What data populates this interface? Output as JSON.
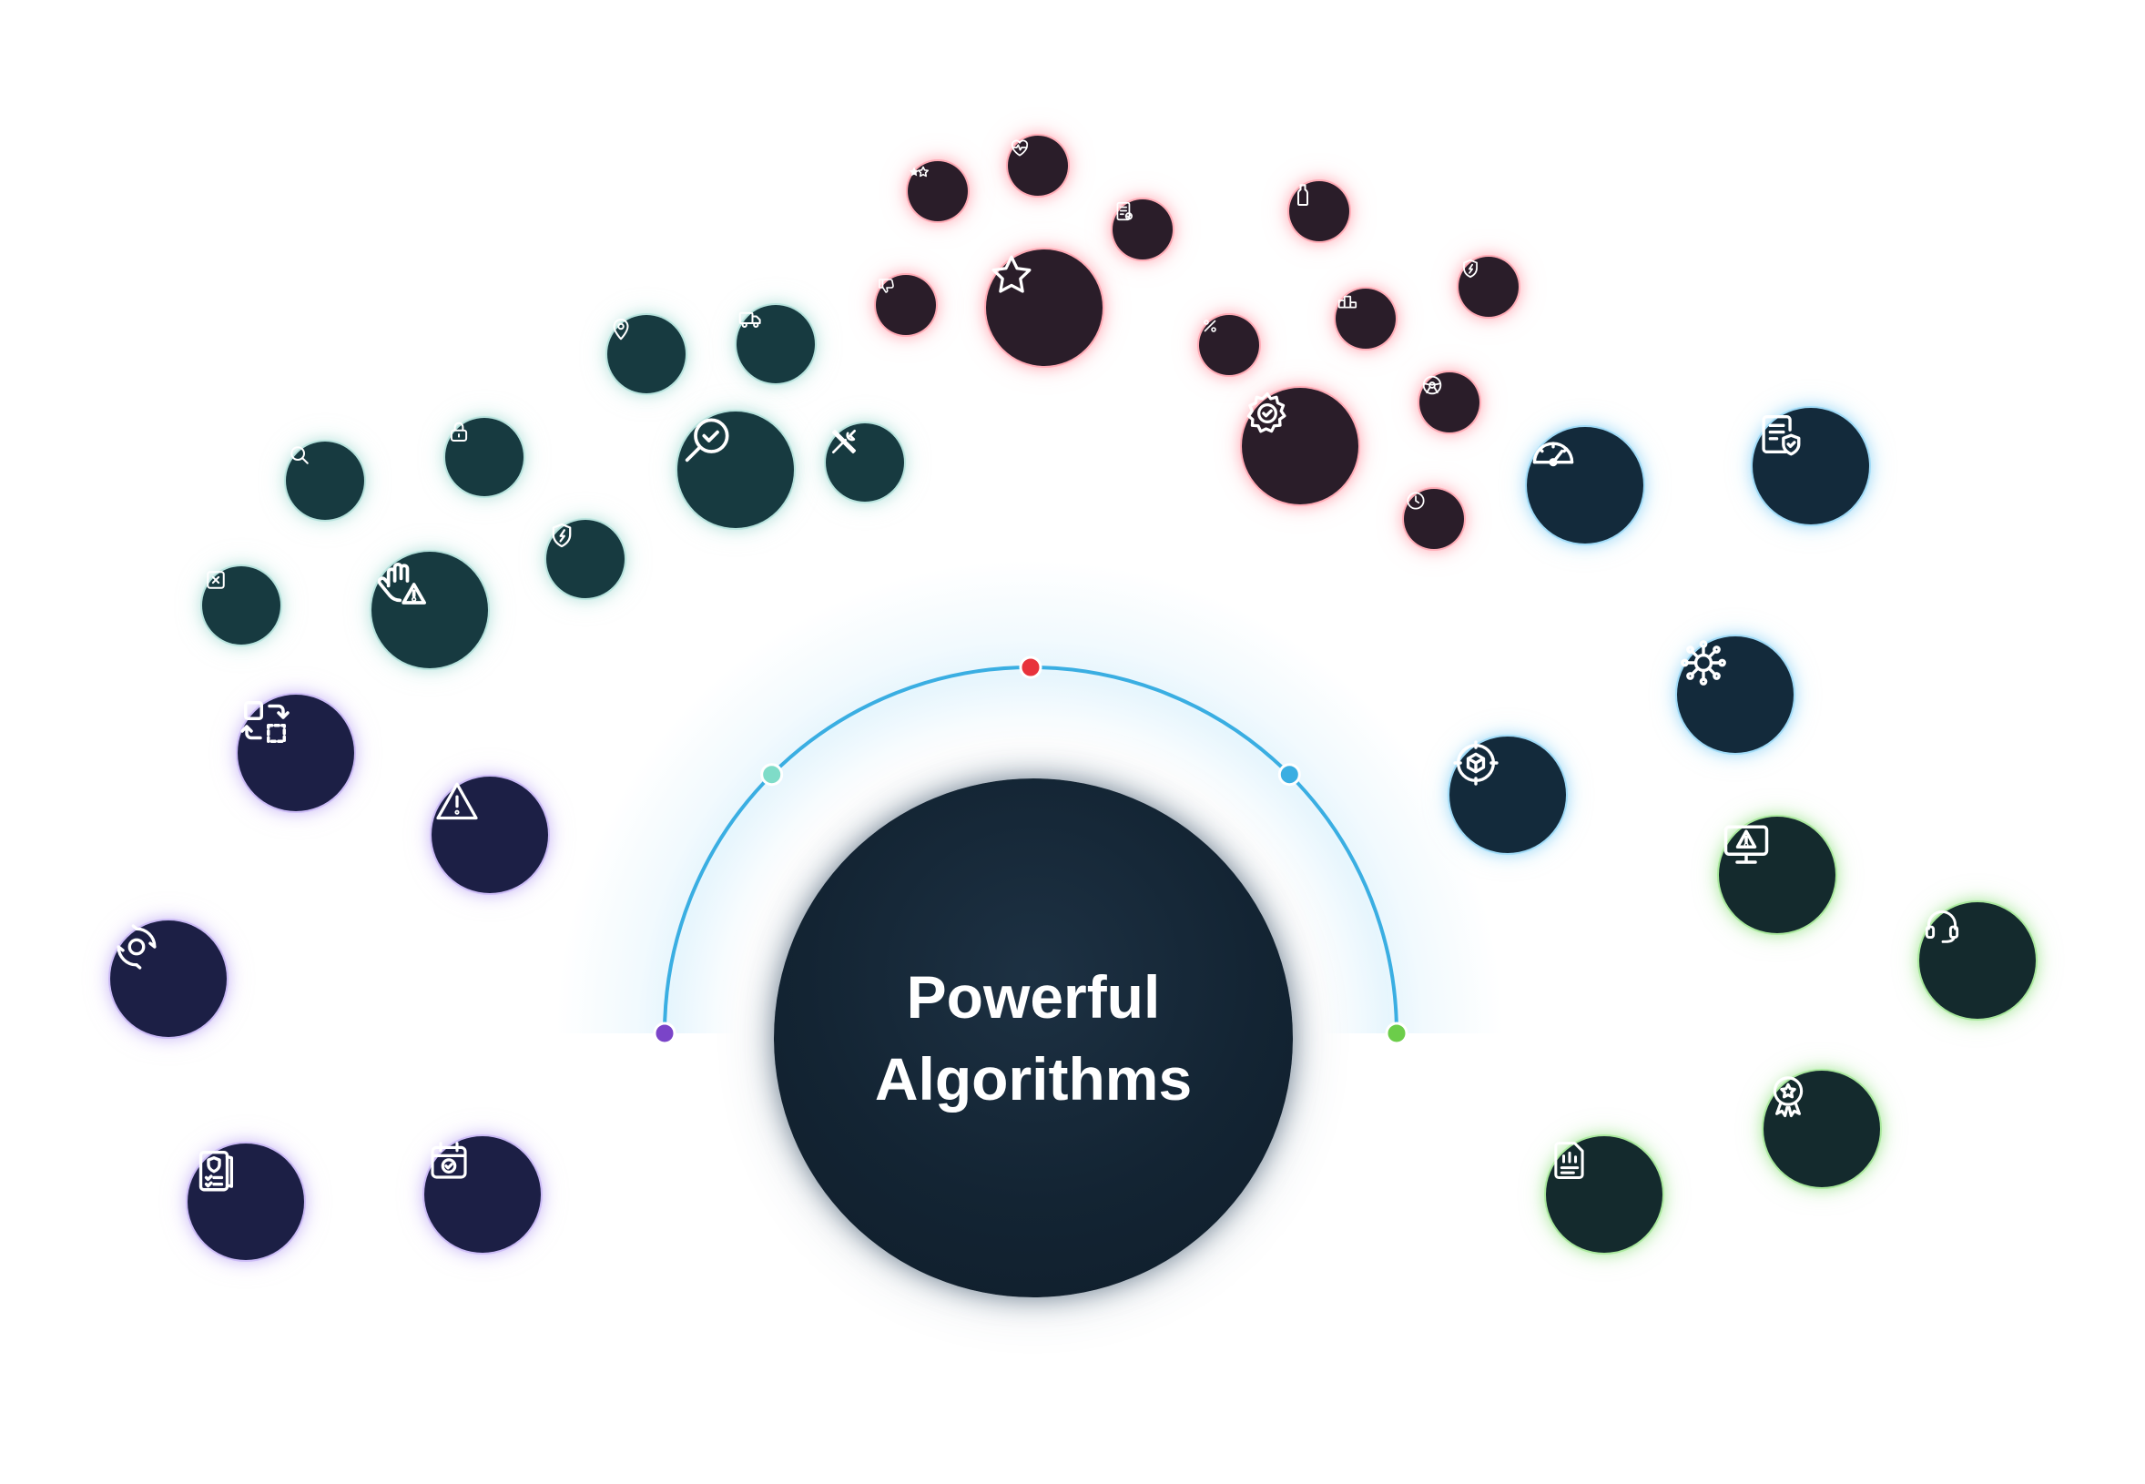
{
  "title": {
    "line1": "Powerful",
    "line2": "Algorithms"
  },
  "colors": {
    "hub": "#132433",
    "arc": "#3aaee2",
    "text": "#ffffff",
    "icon_stroke": "#ffffff"
  },
  "arc_nodes": [
    {
      "name": "purple-node",
      "color": "#7a44c8"
    },
    {
      "name": "teal-node",
      "color": "#7fdcc8"
    },
    {
      "name": "red-node",
      "color": "#e8323c"
    },
    {
      "name": "blue-node",
      "color": "#3aaee2"
    },
    {
      "name": "green-node",
      "color": "#6ccd4a"
    }
  ],
  "clusters": [
    {
      "name": "teal",
      "fill": "#173a40",
      "glow": "#9fd9d2",
      "icons": [
        "close-square-icon",
        "search-icon",
        "padlock-icon",
        "stop-hand-warning-icon",
        "shield-icon",
        "location-pin-icon",
        "delivery-truck-icon",
        "magnifier-check-icon",
        "tools-icon"
      ]
    },
    {
      "name": "red",
      "fill": "#2a1d29",
      "glow": "#ff8e9c",
      "icons": [
        "thumbs-down-icon",
        "star-rating-icon",
        "heart-pulse-icon",
        "checklist-icon",
        "star-icon",
        "percent-icon",
        "bottle-icon",
        "podium-icon",
        "shield-icon",
        "gear-check-icon",
        "steering-wheel-icon",
        "clock-icon"
      ]
    },
    {
      "name": "blue",
      "fill": "#132a3b",
      "glow": "#7fcdf4",
      "icons": [
        "speedometer-icon",
        "document-shield-icon",
        "network-hub-icon",
        "target-cube-icon"
      ]
    },
    {
      "name": "purple",
      "fill": "#1c1f45",
      "glow": "#b9a4f3",
      "icons": [
        "transform-icon",
        "warning-icon",
        "cycle-target-icon",
        "checklist-shield-icon",
        "calendar-check-icon"
      ]
    },
    {
      "name": "green",
      "fill": "#142a2d",
      "glow": "#8de07c",
      "icons": [
        "monitor-warning-icon",
        "headset-icon",
        "award-icon",
        "report-icon"
      ]
    }
  ]
}
